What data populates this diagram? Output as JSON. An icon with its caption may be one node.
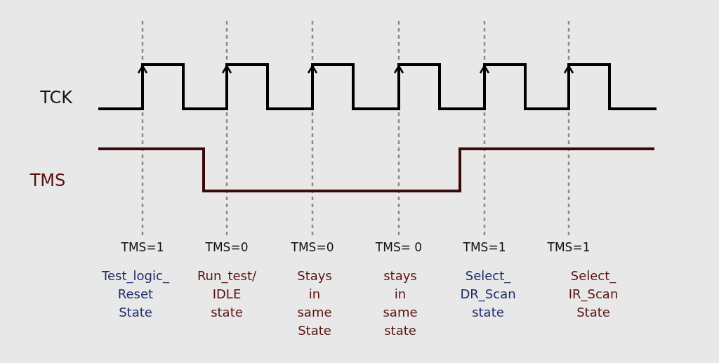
{
  "diagram": {
    "labels": [
      "TCK",
      "TMS",
      "TMS=1",
      "TMS=0",
      "TMS=0",
      "TMS= 0",
      "TMS=1",
      "TMS=1",
      "Test_logic_ Reset State",
      "Run_test/ IDLE state",
      "Stays in same State",
      "stays in same state",
      "Select_ DR_Scan state",
      "Select_ IR_Scan State"
    ]
  }
}
